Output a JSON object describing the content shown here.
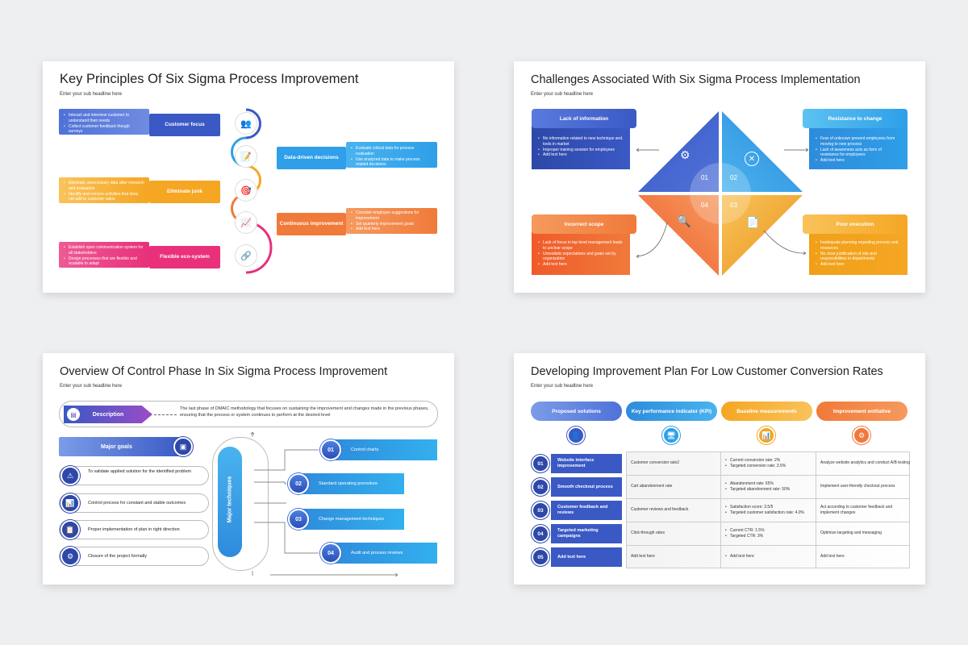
{
  "slide1": {
    "title": "Key Principles Of Six Sigma Process Improvement",
    "subtitle": "Enter your sub headline here",
    "items": [
      {
        "label": "Customer focus",
        "bullets": [
          "Interact and interview customer to understand their needs",
          "Collect customer feedback though surveys"
        ],
        "color": "#3a59c4"
      },
      {
        "label": "Data-driven decisions",
        "bullets": [
          "Evaluate critical data for process evaluation",
          "Use analyzed data to make process related decisions"
        ],
        "color": "#2e9fe8"
      },
      {
        "label": "Eliminate junk",
        "bullets": [
          "Eliminate unnecessary data after research and evaluation",
          "Identify and remove activities that does not add to customer value"
        ],
        "color": "#f5a623"
      },
      {
        "label": "Continuous improvement",
        "bullets": [
          "Consider employee suggestions for improvement",
          "Set quarterly improvement goals",
          "Add text here"
        ],
        "color": "#f07a3a"
      },
      {
        "label": "Flexible eco-system",
        "bullets": [
          "Establish open communication system for all stakeholders",
          "Design processes that are flexible and scalable to adapt"
        ],
        "color": "#e8317a"
      }
    ]
  },
  "slide2": {
    "title": "Challenges Associated With Six Sigma Process Implementation",
    "subtitle": "Enter your sub headline here",
    "quadrants": [
      "01",
      "02",
      "04",
      "03"
    ],
    "boxes": [
      {
        "heading": "Lack of information",
        "bullets": [
          "No information related to new technique and. tools in market",
          "Improper training session for employees",
          "Add text here"
        ]
      },
      {
        "heading": "Resistance to change",
        "bullets": [
          "Fear of unknown prevent employees from moving to new process",
          "Lack of awareness acts as form of resistance for employees",
          "Add text here"
        ]
      },
      {
        "heading": "Incorrect scope",
        "bullets": [
          "Lack of focus in top level management leads to unclear scope",
          "Unrealistic expectations and goals set by organization",
          "Add text here"
        ]
      },
      {
        "heading": "Poor execution",
        "bullets": [
          "Inadequate planning regarding process and resources",
          "No clear justification of role and responsibilities in departments",
          "Add text here"
        ]
      }
    ]
  },
  "slide3": {
    "title": "Overview Of Control Phase In Six Sigma Process Improvement",
    "subtitle": "Enter your sub headline here",
    "description_label": "Description",
    "description": "The last phase of DMAIC methodology that focuses on sustaining the improvement and changes made in the previous phases, ensuring that the process or system continues to perform at the desired level",
    "goals_label": "Major goals",
    "goals": [
      "To validate applied solution for the identified problem",
      "Control process for constant and stable outcomes",
      "Proper implementation of plan in right direction",
      "Closure of the project formally"
    ],
    "center_label": "Major techniques",
    "techniques": [
      {
        "num": "01",
        "label": "Control charts"
      },
      {
        "num": "02",
        "label": "Standard operating procedure"
      },
      {
        "num": "03",
        "label": "Change management techniques"
      },
      {
        "num": "04",
        "label": "Audit and process reviews"
      }
    ]
  },
  "slide4": {
    "title": "Developing Improvement Plan For Low Customer Conversion Rates",
    "subtitle": "Enter your sub headline here",
    "headers": [
      "Proposed solutions",
      "Key performance indicator (KPI)",
      "Baseline measurements",
      "Improvement entitative"
    ],
    "header_colors": [
      "#4f72d8",
      "#2e9fe8",
      "#f5a623",
      "#f07a3a"
    ],
    "rows": [
      {
        "num": "01",
        "solution": "Website interface improvement",
        "kpi": "Customer conversion rate2",
        "baseline": [
          "Current conversion rate: 2%",
          "Targeted conversion rate: 3.5%"
        ],
        "initiative": "Analyze website analytics and conduct A/B testing"
      },
      {
        "num": "02",
        "solution": "Smooth checkout process",
        "kpi": "Cart abandonment rate",
        "baseline": [
          "Abandonment rate: 65%",
          "Targeted abandonment rate: 50%"
        ],
        "initiative": "Implement user-friendly checkout process"
      },
      {
        "num": "03",
        "solution": "Customer feedback and reviews",
        "kpi": "Customer reviews and feedback",
        "baseline": [
          "Satisfaction score: 3.5/5",
          "Targeted customer satisfaction rate: 4.0%"
        ],
        "initiative": "Act according to customer feedback and implement changes"
      },
      {
        "num": "04",
        "solution": "Targeted marketing campaigns",
        "kpi": "Click-through rates",
        "baseline": [
          "Current CTR: 1.5%",
          "Targeted CTR: 3%"
        ],
        "initiative": "Optimize targeting and messaging"
      },
      {
        "num": "05",
        "solution": "Add text here",
        "kpi": "Add text here",
        "baseline": [
          "Add text here"
        ],
        "initiative": "Add text here"
      }
    ]
  }
}
